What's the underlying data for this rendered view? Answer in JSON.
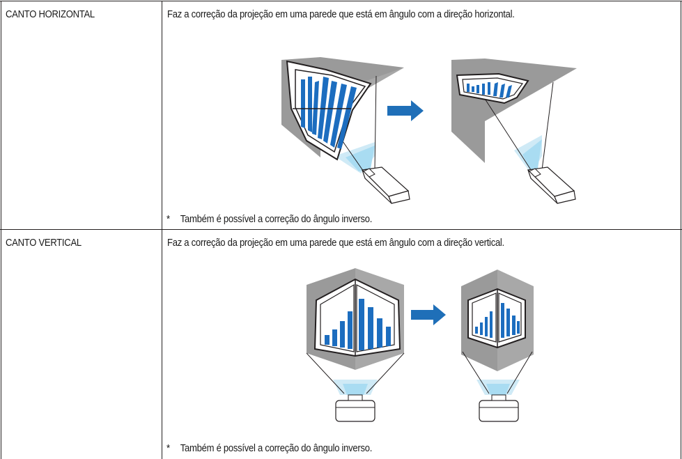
{
  "rows": [
    {
      "label": "CANTO HORIZONTAL",
      "description": "Faz a correção da projeção em uma parede que está em ângulo com a direção horizontal.",
      "note_marker": "*",
      "note": "Também é possível a correção do ângulo inverso."
    },
    {
      "label": "CANTO VERTICAL",
      "description": "Faz a correção da projeção em uma parede que está em ângulo com a direção vertical.",
      "note_marker": "*",
      "note": "Também é possível a correção do ângulo inverso."
    }
  ],
  "colors": {
    "wall_gray": "#9a9a9a",
    "bar_blue": "#1c6dbf",
    "arrow_blue": "#1f6fb8",
    "light_blue": "#a9dcf2",
    "line": "#231f20"
  },
  "icons": [
    "projector-icon",
    "arrow-right-icon"
  ]
}
